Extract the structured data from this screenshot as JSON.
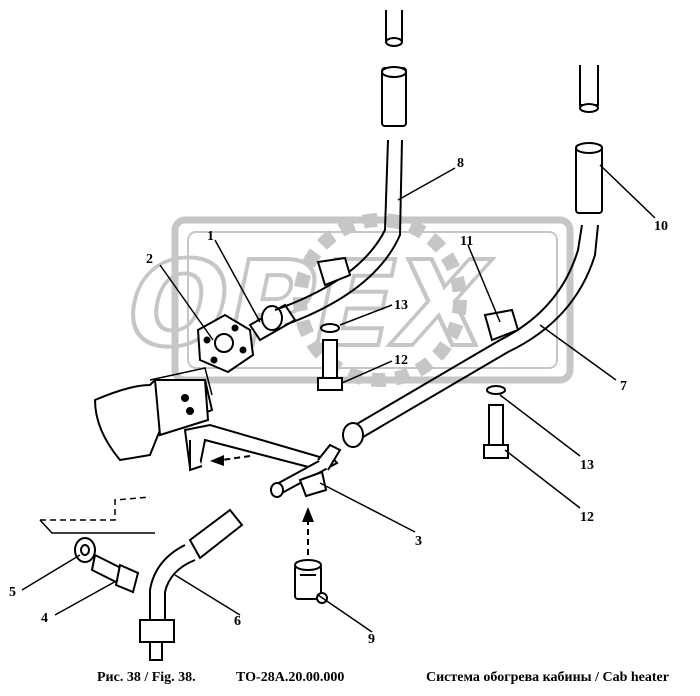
{
  "watermark": {
    "text": "OPEX"
  },
  "callouts": {
    "c1": "1",
    "c2": "2",
    "c3": "3",
    "c4": "4",
    "c5": "5",
    "c6": "6",
    "c7": "7",
    "c8": "8",
    "c9": "9",
    "c10": "10",
    "c11": "11",
    "c12a": "12",
    "c12b": "12",
    "c13a": "13",
    "c13b": "13"
  },
  "caption": {
    "figure": "Рис. 38 / Fig. 38.",
    "code": "ТО-28А.20.00.000",
    "title": "Система обогрева кабины / Cab heater"
  }
}
